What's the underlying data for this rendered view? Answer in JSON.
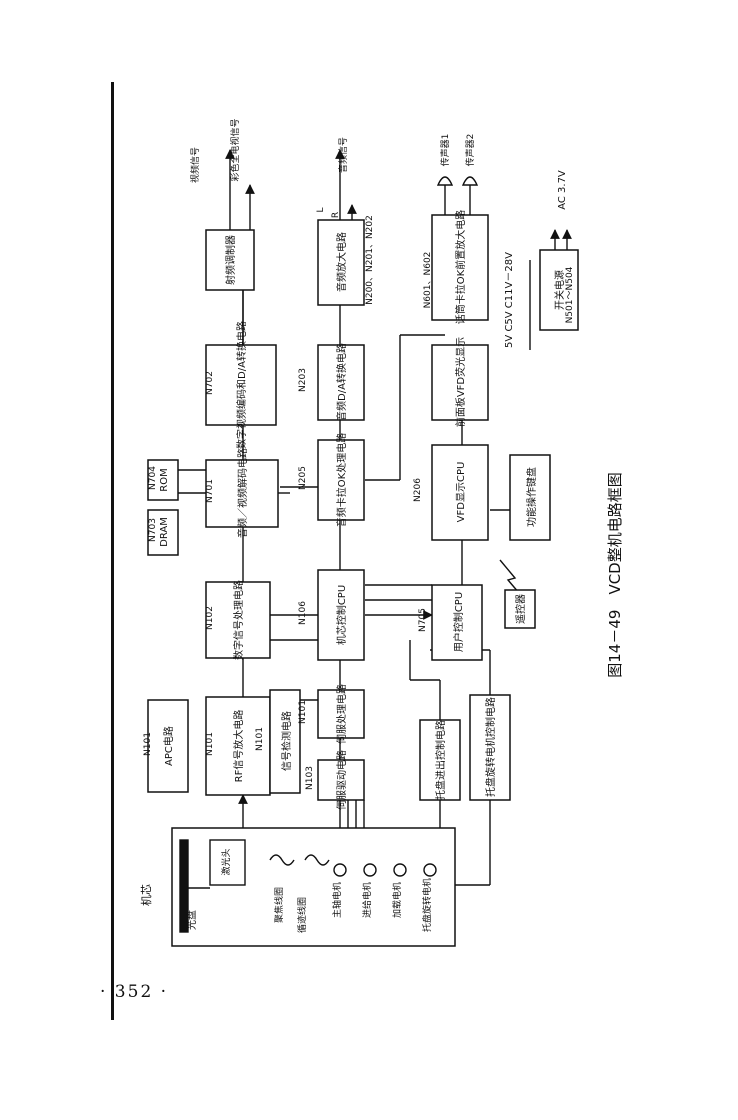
{
  "page_number": "· 352 ·",
  "figure_caption": "图14－49　VCD整机电路框图",
  "blocks": [
    {
      "id": "rf-amp",
      "text": "RF信号放大电路",
      "ref": "N101"
    },
    {
      "id": "apc",
      "text": "APC电路",
      "ref": "N101"
    },
    {
      "id": "signal-extract",
      "text": "信号检测电路",
      "ref": "N101"
    },
    {
      "id": "servo-proc",
      "text": "伺服处理电路",
      "ref": "N101"
    },
    {
      "id": "servo-drive",
      "text": "伺服驱动电路",
      "ref": "N103"
    },
    {
      "id": "digital-proc",
      "text": "数字信号处理电路",
      "ref": "N102"
    },
    {
      "id": "mech-cpu",
      "text": "机芯控制CPU",
      "ref": "N106"
    },
    {
      "id": "video-audio-decoder",
      "text": "音频／视频解码电路",
      "ref": "N701"
    },
    {
      "id": "dram",
      "text": "DRAM",
      "ref": "N703"
    },
    {
      "id": "rom",
      "text": "ROM",
      "ref": "N704"
    },
    {
      "id": "video-encoder",
      "text": "数字视频编码和D/A转换电路",
      "ref": "N702"
    },
    {
      "id": "rf-modulator",
      "text": "射频调制器",
      "ref": ""
    },
    {
      "id": "karaoke-proc",
      "text": "音频卡拉OK处理电路",
      "ref": "N205"
    },
    {
      "id": "audio-da",
      "text": "音频D/A转换电路",
      "ref": "N203"
    },
    {
      "id": "audio-amp",
      "text": "音频放大电路",
      "ref": "N200、N201、N202"
    },
    {
      "id": "vfd-cpu",
      "text": "VFD显示CPU",
      "ref": "N206"
    },
    {
      "id": "vfd-panel",
      "text": "前面板VFD荧光显示",
      "ref": ""
    },
    {
      "id": "mic-amp",
      "text": "话筒卡拉OK前置放大电路",
      "ref": "N601、N602"
    },
    {
      "id": "power-supply",
      "text": "开关电源",
      "ref": "N501～N504"
    },
    {
      "id": "user-cpu",
      "text": "用户控制CPU",
      "ref": "N705"
    },
    {
      "id": "keypad",
      "text": "功能操作键盘",
      "ref": ""
    },
    {
      "id": "remote",
      "text": "遥控器",
      "ref": ""
    },
    {
      "id": "tray-inout",
      "text": "托盘进出控制电路",
      "ref": ""
    },
    {
      "id": "tray-rotate",
      "text": "托盘旋转电机控制电路",
      "ref": ""
    }
  ],
  "mechanism": {
    "title": "机芯",
    "disc": "光盘",
    "laser": "激光头",
    "focus_coil": "聚焦线圈",
    "tracking_coil": "循迹线圈",
    "spindle_motor": "主轴电机",
    "sled_motor": "进给电机",
    "load_motor": "加载电机",
    "tray_motor": "托盘旋转电机"
  },
  "signals": {
    "video": "视频信号",
    "tv": "彩色全电视信号",
    "audio": "音频信号",
    "mic1": "传声器1",
    "mic2": "传声器2",
    "rails": "5V C5V C11V－28V",
    "ac": "AC 3.7V",
    "L": "L",
    "R": "R"
  }
}
